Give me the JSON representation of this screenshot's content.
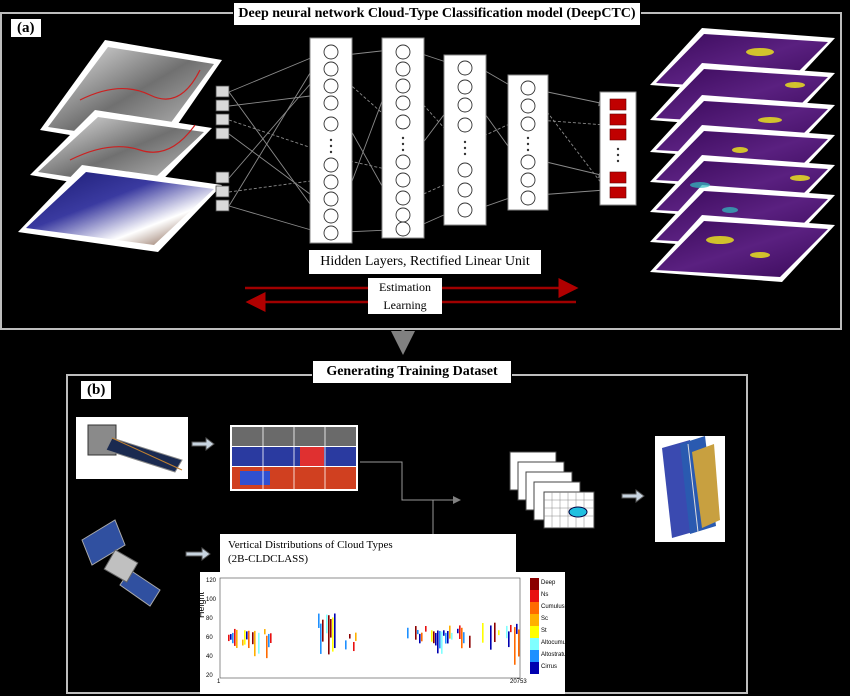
{
  "panel_a": {
    "tag": "(a)",
    "title": "Deep neural network Cloud-Type Classification model (DeepCTC)",
    "hidden_label": "Hidden Layers, Rectified Linear Unit",
    "estimation_label": "Estimation",
    "learning_label": "Learning"
  },
  "panel_b": {
    "tag": "(b)",
    "title": "Generating Training Dataset",
    "vertical_label_line1": "Vertical Distributions  of Cloud Types",
    "vertical_label_line2": "(2B-CLDCLASS)",
    "plot": {
      "ylabel": "Height",
      "y_ticks": [
        "120",
        "100",
        "80",
        "60",
        "40",
        "20"
      ],
      "x_tick_left": "1",
      "x_tick_right": "20753",
      "legend": [
        {
          "name": "Deep",
          "color": "#8b0000"
        },
        {
          "name": "Ns",
          "color": "#e81010"
        },
        {
          "name": "Cumulus",
          "color": "#ff6a00"
        },
        {
          "name": "Sc",
          "color": "#ffb000"
        },
        {
          "name": "St",
          "color": "#ffff00"
        },
        {
          "name": "Altocumulus",
          "color": "#80ffff"
        },
        {
          "name": "Altostratus",
          "color": "#1e90ff"
        },
        {
          "name": "Cirrus",
          "color": "#0000b0"
        }
      ]
    }
  },
  "colors": {
    "arrow_red": "#a00000",
    "output_red": "#c00000",
    "layer_purple": "#4a1a6e",
    "panel_border": "#bdbdbd"
  }
}
